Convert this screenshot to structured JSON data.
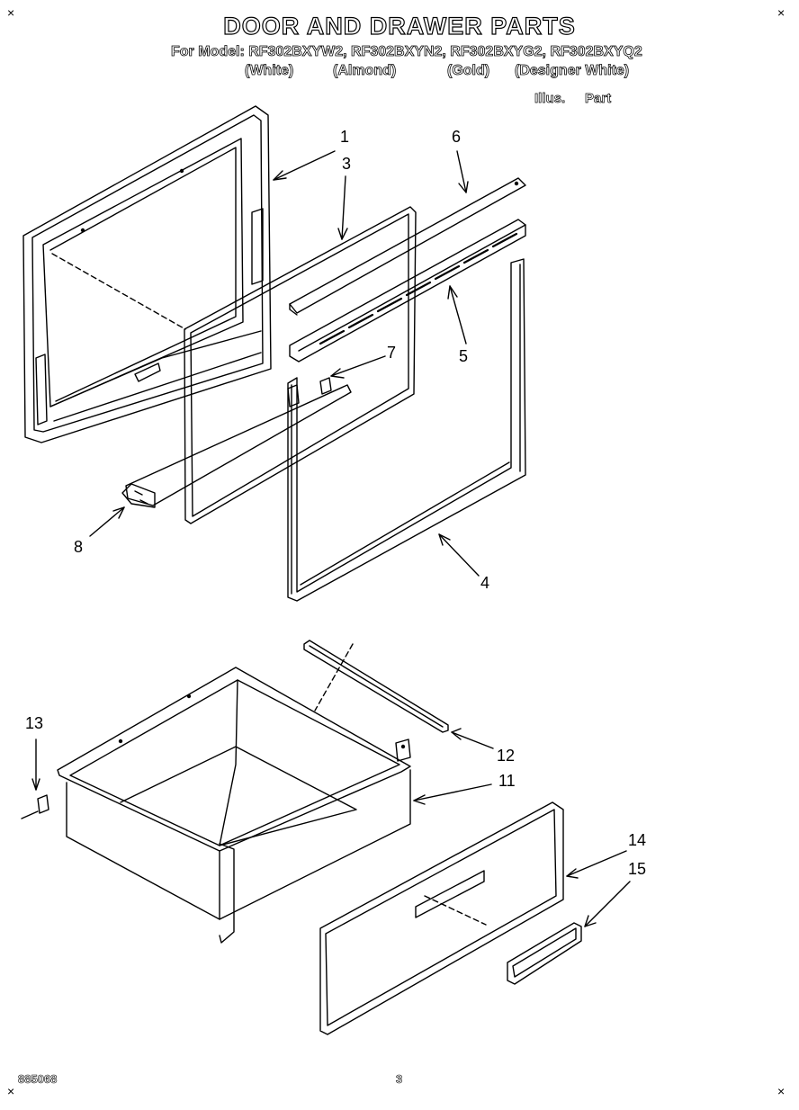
{
  "header": {
    "title": "DOOR AND DRAWER PARTS",
    "models_line": "For Model: RF302BXYW2, RF302BXYN2, RF302BXYG2, RF302BXYQ2",
    "variants": [
      "(White)",
      "(Almond)",
      "(Gold)",
      "(Designer White)"
    ],
    "column_headers": [
      "Illus.",
      "Part"
    ]
  },
  "callouts": [
    "1",
    "3",
    "6",
    "5",
    "7",
    "8",
    "4",
    "13",
    "12",
    "11",
    "14",
    "15"
  ],
  "footer": {
    "doc_number": "885068",
    "page_number": "3"
  },
  "corner_marks": [
    "×",
    "×",
    "×",
    "×"
  ]
}
